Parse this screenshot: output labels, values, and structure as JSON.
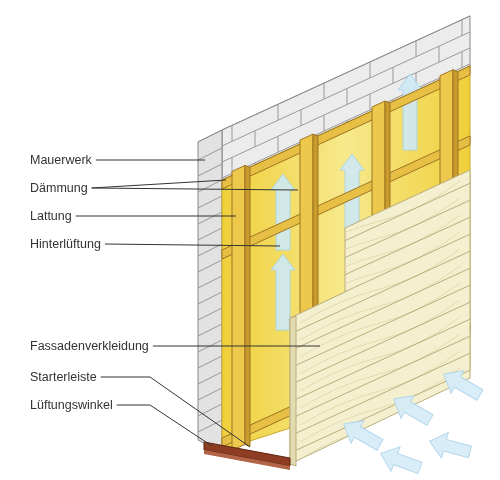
{
  "diagram": {
    "labels": [
      "Mauerwerk",
      "Dämmung",
      "Lattung",
      "Hinterlüftung",
      "Fassadenverkleidung",
      "Starterleiste",
      "Lüftungswinkel"
    ]
  }
}
